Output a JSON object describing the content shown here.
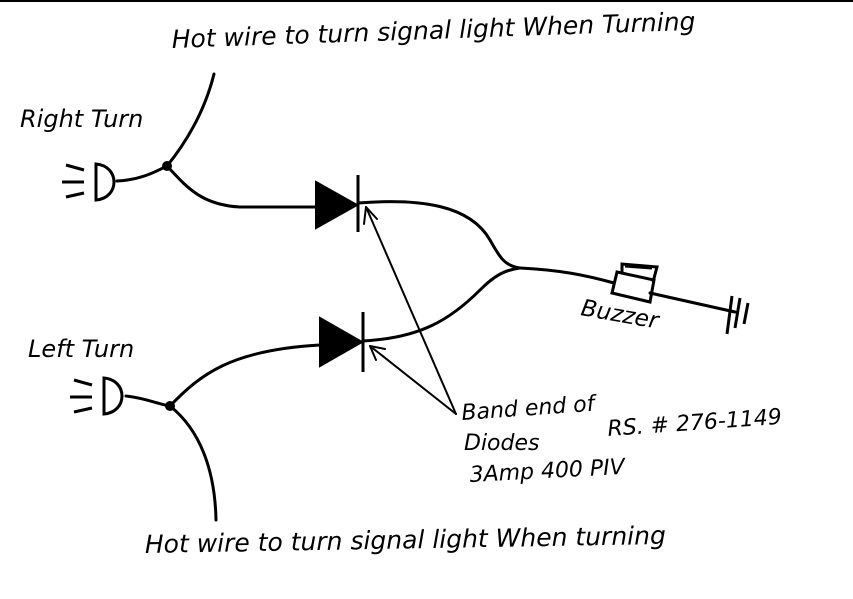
{
  "labels": {
    "top_hot_wire": "Hot wire to turn signal light When Turning",
    "right_turn": "Right Turn",
    "left_turn": "Left Turn",
    "buzzer": "Buzzer",
    "band_end_line1": "Band end of",
    "band_end_line2": "Diodes",
    "part_number": "RS. # 276-1149",
    "diode_rating": "3Amp 400 PIV",
    "bottom_hot_wire": "Hot wire to turn signal light When turning"
  }
}
